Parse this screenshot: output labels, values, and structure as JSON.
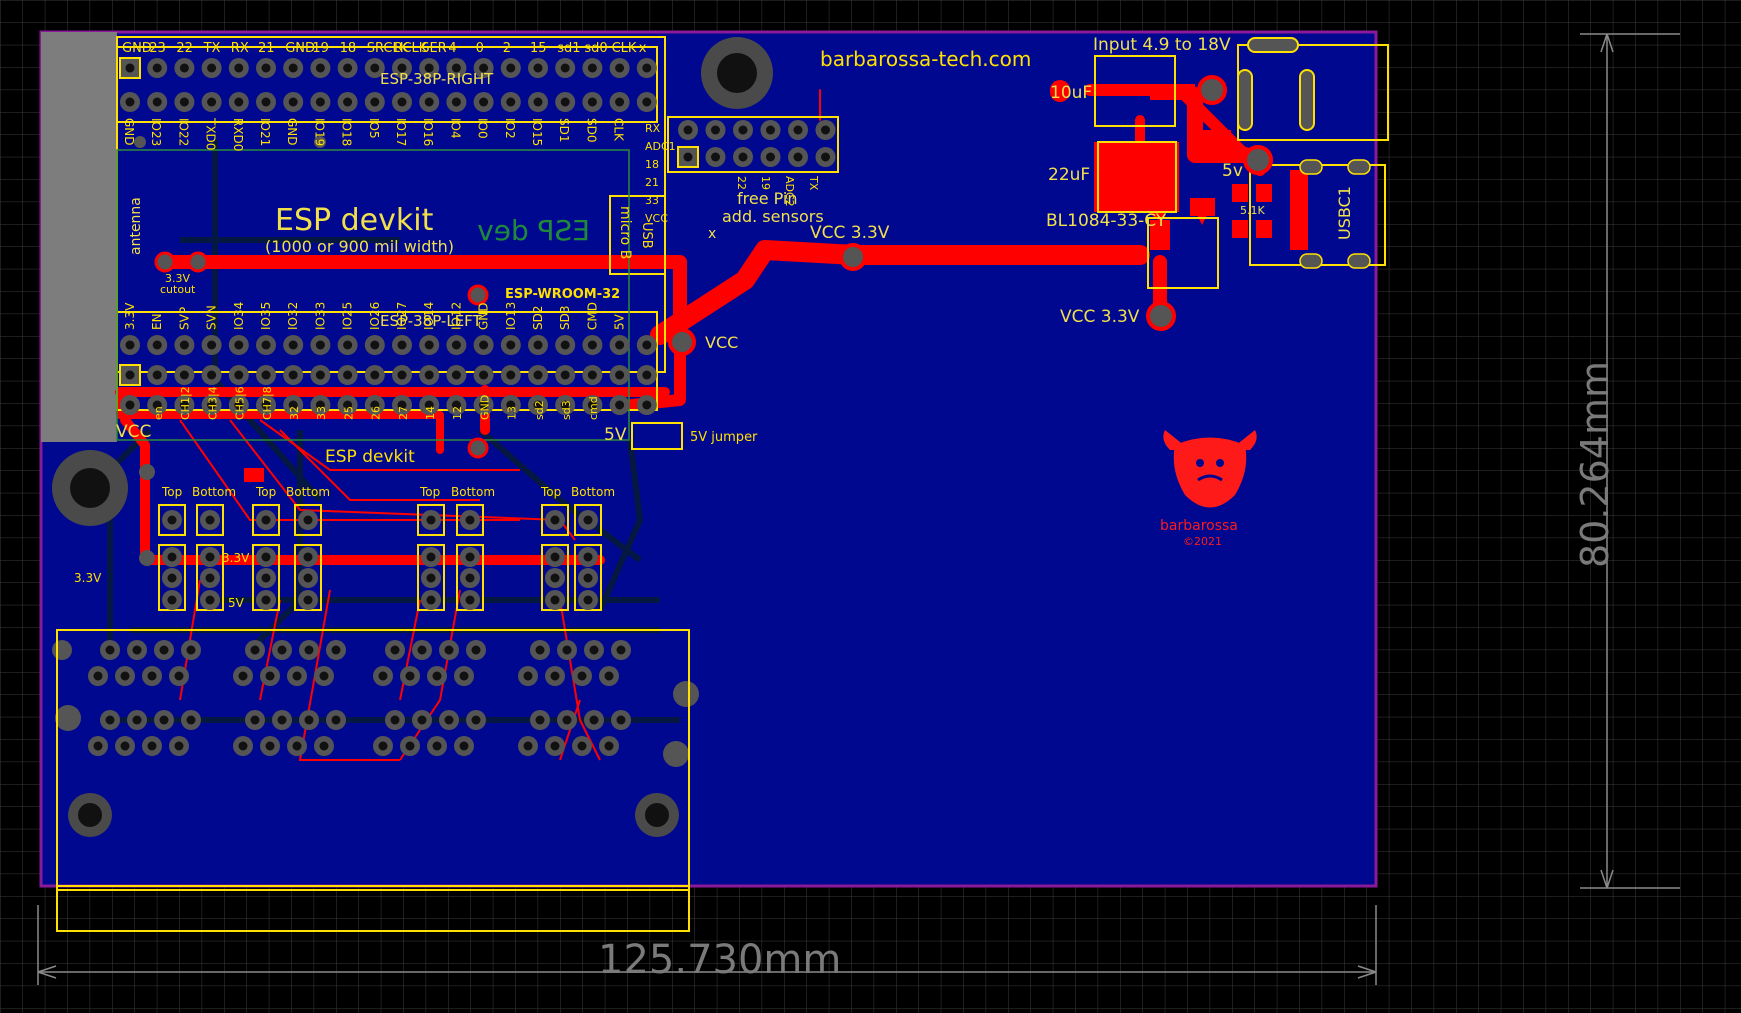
{
  "pcb": {
    "website": "barbarossa-tech.com",
    "input_label": "Input 4.9 to 18V",
    "cap_10uf": "10uF",
    "cap_22uf": "22uF",
    "regulator": "BL1084-33-CY",
    "label_5v": "5v",
    "res_5k1": "5.1K",
    "usbc": "USBC1",
    "vcc33_a": "VCC 3.3V",
    "vcc33_b": "VCC 3.3V",
    "vcc": "VCC",
    "free_pin_1": "free Pin",
    "free_pin_2": "add. sensors",
    "free_pin_x": "x",
    "esp_title": "ESP devkit",
    "esp_subtitle": "(1000 or 900 mil width)",
    "esp_mirror": "ESP dev",
    "esp_wroom": "ESP-WROOM-32",
    "esp_38pin_bottom": "ESP-38P-LEFT",
    "esp_38pin_top": "ESP-38P-RIGHT",
    "esp_devkit_small": "ESP devkit",
    "antenna": "antenna",
    "cutout_33": "3.3V",
    "cutout": "cutout",
    "micro_b": "micro B",
    "usb_small": "USB",
    "jumper_5v": "5V jumper",
    "label_5v_big": "5V",
    "label_33v_left": "3.3V",
    "label_33v_mid": "3.3V",
    "label_5v_mid": "5V",
    "vcc_left": "VCC",
    "top_pins": [
      "GND",
      "23",
      "22",
      "TX",
      "RX",
      "21",
      "GND",
      "19",
      "18",
      "SRCLK",
      "RCLK",
      "SER",
      "4",
      "0",
      "2",
      "15",
      "sd1",
      "sd0",
      "CLK",
      "x"
    ],
    "top_row_pins": [
      "GND",
      "IO23",
      "IO22",
      "TXD0",
      "RXD0",
      "IO21",
      "GND",
      "IO19",
      "IO18",
      "IO5",
      "IO17",
      "IO16",
      "IO4",
      "IO0",
      "IO2",
      "IO15",
      "SD1",
      "SD0",
      "CLK"
    ],
    "bottom_row_pins": [
      "3.3V",
      "EN",
      "SVP",
      "SVN",
      "IO34",
      "IO35",
      "IO32",
      "IO33",
      "IO25",
      "IO26",
      "IO27",
      "IO14",
      "IO12",
      "GND",
      "IO13",
      "SD2",
      "SD3",
      "CMD",
      "5V"
    ],
    "bottom_pins": [
      "en",
      "CH1|2",
      "CH3|4",
      "CH5|6",
      "CH7|8",
      "32",
      "33",
      "25",
      "26",
      "27",
      "14",
      "12",
      "GND",
      "13",
      "sd2",
      "sd3",
      "cmd"
    ],
    "header_right": [
      "RX",
      "ADC1",
      "18",
      "21",
      "33",
      "VCC"
    ],
    "free_header": [
      "22",
      "19",
      "ADC2",
      "TX"
    ],
    "top_bottom": [
      "Top",
      "Bottom"
    ],
    "logo_name": "barbarossa",
    "logo_year": "©2021"
  },
  "dimensions": {
    "width": "125.730mm",
    "height": "80.264mm"
  },
  "colors": {
    "board": "#00088f",
    "copper": "#ff0000",
    "silk": "#ffe000",
    "outline": "#8a1a9a"
  }
}
